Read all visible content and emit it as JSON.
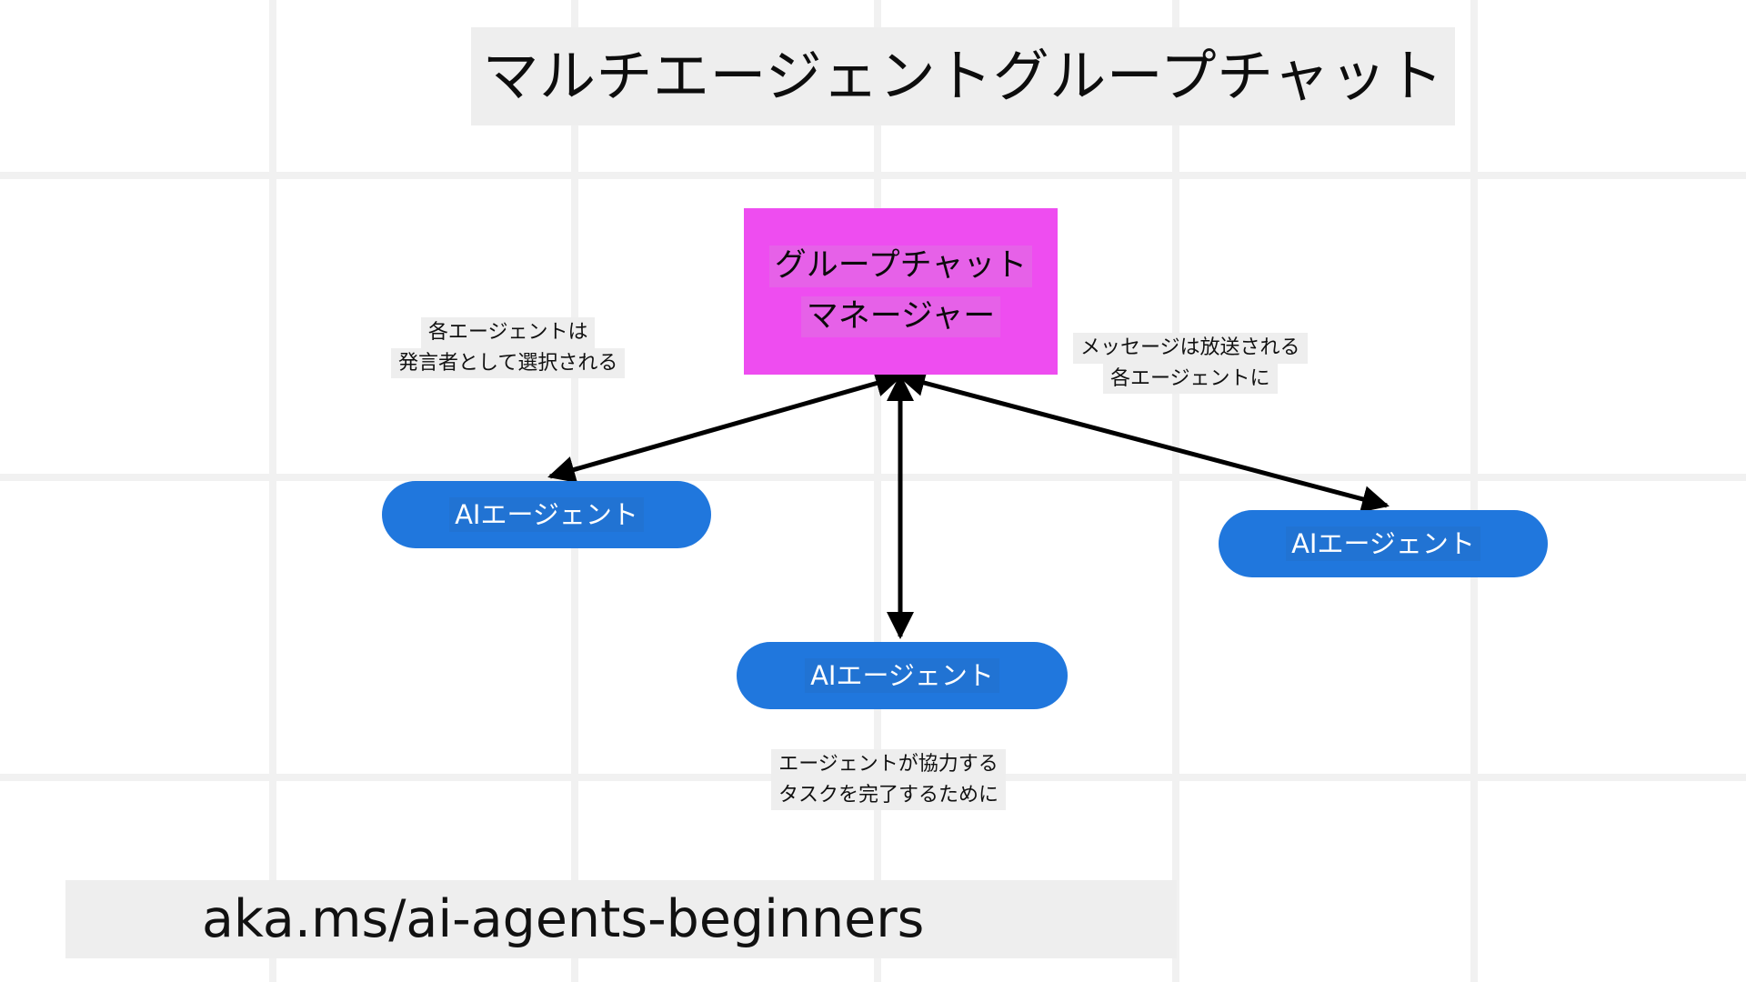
{
  "slide": {
    "title": "マルチエージェントグループチャット",
    "footer_url": "aka.ms/ai-agents-beginners",
    "background_color": "#ffffff",
    "grid_line_color": "#f1f1f1",
    "highlight_band_color": "#eeeeee"
  },
  "manager": {
    "line1": "グループチャット",
    "line2": "マネージャー",
    "color": "#ee4df0"
  },
  "agents": {
    "color": "#2077dd",
    "left": {
      "label": "AIエージェント"
    },
    "right": {
      "label": "AIエージェント"
    },
    "center": {
      "label": "AIエージェント"
    }
  },
  "captions": {
    "left": {
      "line1": "各エージェントは",
      "line2": "発言者として選択される"
    },
    "right": {
      "line1": "メッセージは放送される",
      "line2": "各エージェントに"
    },
    "bottom": {
      "line1": "エージェントが協力する",
      "line2": "タスクを完了するために"
    }
  },
  "edges": [
    {
      "name": "manager-to-left-agent",
      "direction": "bidirectional"
    },
    {
      "name": "manager-to-center-agent",
      "direction": "bidirectional"
    },
    {
      "name": "manager-to-right-agent",
      "direction": "bidirectional"
    }
  ]
}
